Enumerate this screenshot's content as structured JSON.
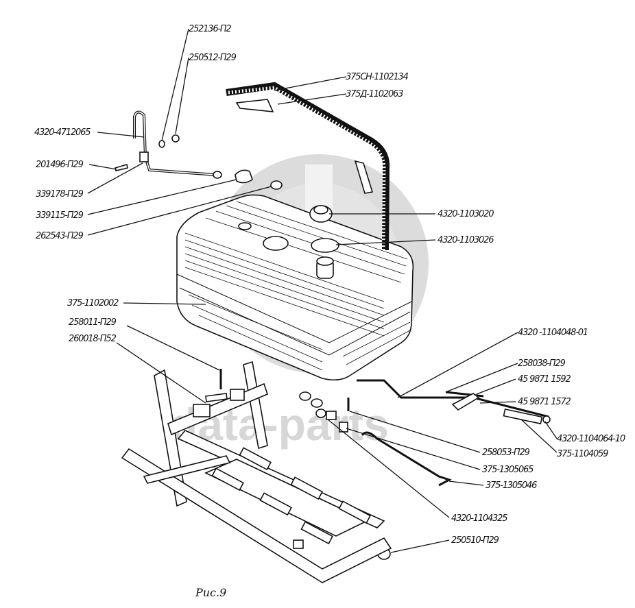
{
  "labels": [
    "252136-П2",
    "250512-П29",
    "375СН-1102134",
    "375Д-1102063",
    "4320-4712065",
    "201496-П29",
    "339178-П29",
    "339115-П29",
    "262543-П29",
    "4320-1103020",
    "4320-1103026",
    "375-1102002",
    "258011-П29",
    "260018-П52",
    "4320 -1104048-01",
    "258038-П29",
    "45 9871 1592",
    "45 9871 1572",
    "4320-1104064-10",
    "375-1104059",
    "258053-П29",
    "375-1305065",
    "375-1305046",
    "4320-1104325",
    "250510-П29"
  ],
  "caption": "Рис.9",
  "watermark": "data-parts",
  "colors": {
    "ink": "#111111",
    "watermark": "#d7d7d7",
    "background": "#ffffff"
  }
}
